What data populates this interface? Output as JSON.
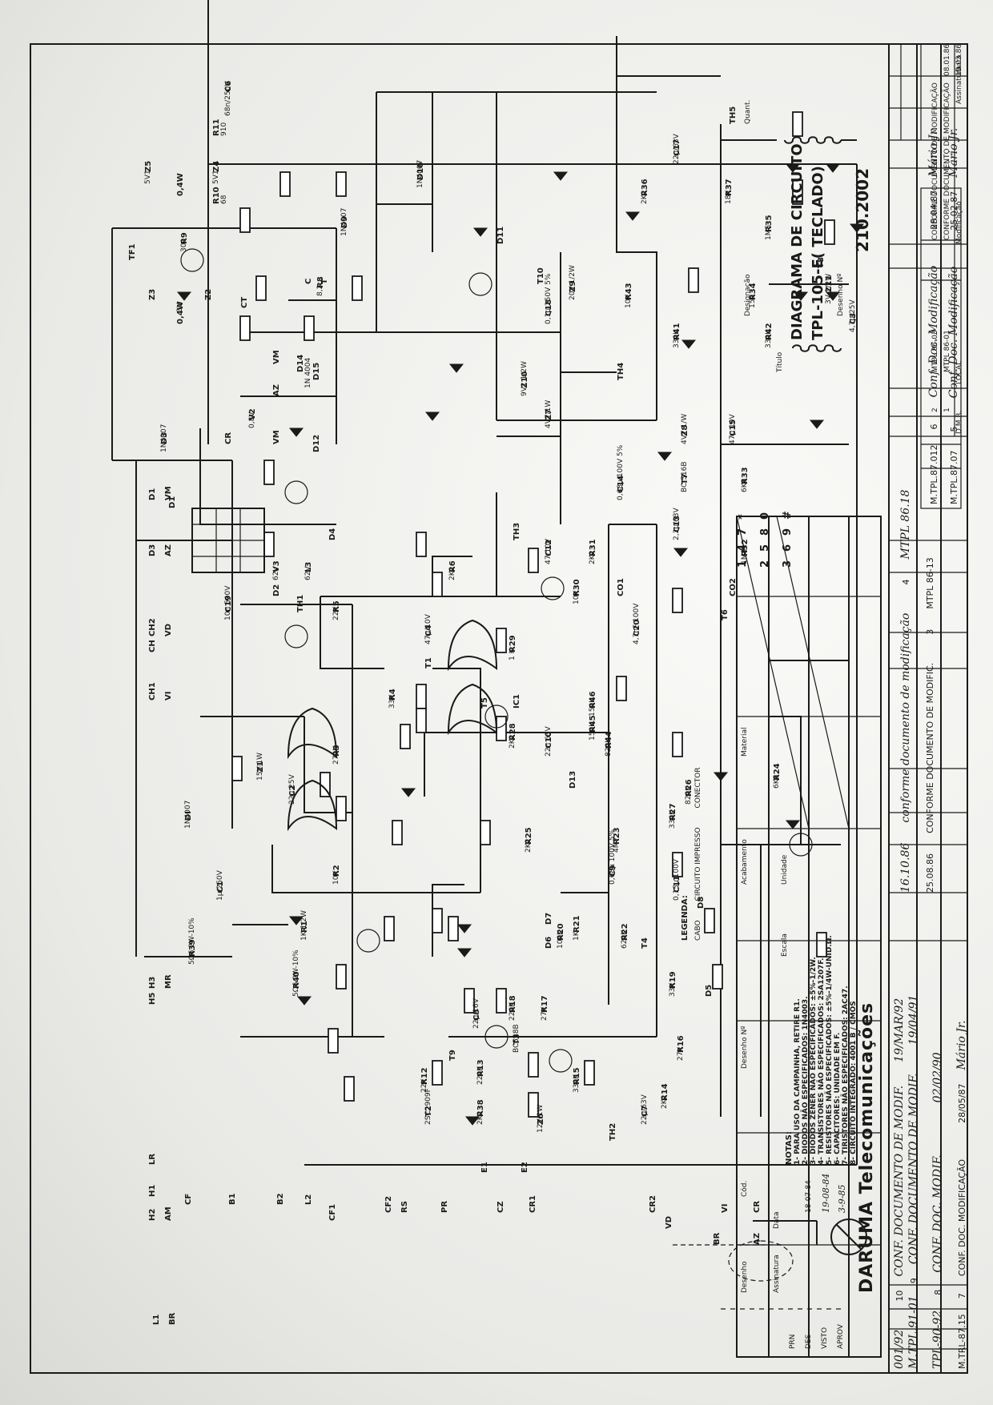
{
  "revision_table": {
    "top": [
      {
        "ref": "M.TPL.87.07",
        "rev": "5",
        "desc": "Conf. Doc. Modificação",
        "date": "25.02.87",
        "by": "Mário Jr."
      },
      {
        "ref": "M.TPL.87.012",
        "rev": "6",
        "desc": "Conf. Doc. Modificação",
        "date": "28.04.87",
        "by": "Mário Jr."
      }
    ],
    "header": {
      "d": "Data",
      "a": "Assinatura",
      "m": "Modificação",
      "local": "LOCAL",
      "dmr": "D.M.R."
    },
    "rows_right": [
      {
        "rev": "1",
        "dmr": "MTPL 86-01",
        "desc": "CONFORME DOCUMENTO DE MODIFICAÇÃO",
        "date": "08.01.86"
      },
      {
        "rev": "2",
        "dmr": "MTPL 86-03",
        "desc": "CONFORME DOCUMENTO DE MODIFICAÇÃO",
        "date": "19.03.86"
      },
      {
        "rev": "3",
        "dmr": "MTPL 86-13",
        "desc": "CONFORME DOCUMENTO DE MODIFIC.",
        "date": "25.08.86"
      },
      {
        "rev": "4",
        "dmr": "MTPL 86.18",
        "desc": "conforme documento de modificação",
        "date": "16.10.86"
      }
    ],
    "rows_left": [
      {
        "ref": "M.TRL-87.15",
        "rev": "7",
        "desc": "CONF. DOC. MODIFICAÇÃO",
        "date": "28/05/87",
        "by": "Mário Jr."
      },
      {
        "ref": "TPL-90-92",
        "rev": "8",
        "desc": "CONF. DOC. MODIF.",
        "date": "02/02/90"
      },
      {
        "ref": "M.TPL.91-01",
        "rev": "9",
        "desc": "CONF. DOCUMENTO DE MODIF.",
        "date": "19/04/91"
      },
      {
        "ref": "001/92",
        "rev": "10",
        "desc": "CONF. DOCUMENTO DE MODIF.",
        "date": "19/MAR/92"
      }
    ]
  },
  "components": {
    "tf1": "TF1",
    "c6": "C6",
    "c6v": "68n/250V",
    "r11": "R11",
    "r11v": "910",
    "r10": "R10",
    "r10v": "68",
    "z4": "Z4",
    "z4v": "5V1",
    "z5": "Z5",
    "z5v": "5V1",
    "z45p": "0,4W",
    "r9": "R9",
    "r9v": "300",
    "z2": "Z2",
    "z3": "Z3",
    "z23v": "3V",
    "z23p": "0,4W",
    "r8": "R8",
    "r8v": "8,2",
    "ct": "CT",
    "d14": "D14",
    "d15": "D15",
    "dv": "1N 4004",
    "d12": "D12",
    "v2": "V2",
    "v2v": "0,8V",
    "cr": "CR",
    "d1": "D1",
    "d3": "D3",
    "d3v": "1N4007",
    "d4": "D4",
    "v3": "V3",
    "v3v": "62V",
    "l3": "L3",
    "l3v": "62V",
    "c19": "C19",
    "c19v": "10n 500V",
    "d2": "D2",
    "th1": "TH1",
    "c4": "C4",
    "c4v": "47µ/10V",
    "r6": "R6",
    "r6v": "2K2",
    "r5": "R5",
    "r5v": "22K",
    "t1": "T1",
    "r4": "R4",
    "r4v": "33K",
    "r3": "R3",
    "r3v": "270K",
    "z1": "Z1",
    "z1v": "15V-1W",
    "c2": "C2",
    "c2v": "22µ 25V",
    "r2": "R2",
    "r2v": "10K",
    "di": "DI",
    "div": "1N4007",
    "c1": "C1",
    "c1v": "1µ/250V",
    "r1": "R1",
    "r1v": "1K 1/2W",
    "r39": "R39",
    "r39v": "5Ω6 2W-10%",
    "r40": "R40",
    "r40v": "5Ω6 2W-10%",
    "d9": "D9",
    "d9v": "1N4007",
    "d10": "D10",
    "d10v": "1N4007",
    "c17": "C17",
    "c17v": "22µ/63V",
    "r36": "R36",
    "r36v": "2K2",
    "th5": "TH5",
    "r37": "R37",
    "r37v": "18K",
    "r35": "R35",
    "r35v": "1M5",
    "t8": "T8",
    "d11": "D11",
    "r43": "R43",
    "r43v": "10K",
    "c18": "C18",
    "c18v": "0,1µ 250V 5%",
    "t10": "T10",
    "z9": "Z9",
    "z9v": "20V 1/2W",
    "r34": "R34",
    "r34v": "150",
    "z11": "Z11",
    "z11v": "3V 1/2W",
    "c3": "C3",
    "c3v": "4,7µ/25V",
    "r41": "R41",
    "r41v": "330K",
    "r42": "R42",
    "r42v": "330K",
    "z10": "Z10",
    "z10v": "9V1 1/2W",
    "th4": "TH4",
    "c15": "C15",
    "c15v": "47µ 10V",
    "z7": "Z7",
    "z7v": "4V7/1W",
    "c14": "C14",
    "c14v": "0,68µ/100V 5%",
    "t7": "T7",
    "t7v": "BC 516B",
    "r33": "R33",
    "r33v": "6K8",
    "z8": "Z8",
    "z8v": "4V7 1/W",
    "r32": "R32",
    "r32v": "1M1",
    "th3": "TH3",
    "c12": "C12",
    "c12v": "47/10V",
    "c13": "C13",
    "c13v": "2,2µ/63V",
    "r31": "R31",
    "r31v": "2K2",
    "co1": "CO1",
    "co2": "CO2",
    "r30": "R30",
    "r30v": "10K",
    "t6": "T6",
    "r29": "R29",
    "r29v": "1 K",
    "c20": "C20",
    "c20v": "4,7nF 100V",
    "r46": "R46",
    "r46v": "150K",
    "r45": "R45",
    "r45v": "150K",
    "d13": "D13",
    "ic1": "IC1",
    "t5": "T5",
    "r28": "R28",
    "r28v": "2K2",
    "c10": "C10",
    "c10v": "22n 63V",
    "r44": "R44",
    "r44v": "820K",
    "r26": "R26",
    "r26v": "820K",
    "r27": "R27",
    "r27v": "330K",
    "r24": "R24",
    "r24v": "6K8",
    "r25": "R25",
    "r25v": "2K2",
    "r23": "R23",
    "r23v": "4M7",
    "c9": "C9",
    "c9v": "0,68µ 100V 5%",
    "c11": "C11",
    "c11v": "0,15µ 100V",
    "d8": "D8",
    "r22": "R22",
    "r22v": "620K",
    "d7": "D7",
    "d6": "D6",
    "r21": "R21",
    "r21v": "1K",
    "r20": "R20",
    "r20v": "100K",
    "t4": "T4",
    "r19": "R19",
    "r19v": "33K",
    "d5": "D5",
    "r17": "R17",
    "r17v": "27K",
    "r18": "R18",
    "r18v": "220K",
    "c8": "C8",
    "c8v": "22µ/16V",
    "r16": "R16",
    "r16v": "27K",
    "r13": "R13",
    "r13v": "220K",
    "t3": "T3",
    "t3v": "BC558B",
    "r12": "R12",
    "r12v": "22K",
    "r15": "R15",
    "r15v": "330K",
    "r14": "R14",
    "r14v": "2K2",
    "c7": "C7",
    "c7v": "22µ/63V",
    "t9": "T9",
    "r38": "R38",
    "r38v": "2K2",
    "z6": "Z6",
    "z6v": "12V/1W",
    "th2": "TH2",
    "t2": "T2",
    "t2v": "2SC2909F",
    "cf": "CF",
    "e1": "E1",
    "e2": "E2"
  },
  "terminals": [
    "L1",
    "BR",
    "H2",
    "AM",
    "H1",
    "LR",
    "H5",
    "H3",
    "MR",
    "CH1",
    "VI",
    "CH",
    "CH2",
    "VD",
    "D3",
    "AZ",
    "D1",
    "VM",
    "B1",
    "B2",
    "L2",
    "CF1",
    "CF2",
    "RS",
    "PR",
    "CZ",
    "CR1",
    "CR2",
    "VD",
    "VI",
    "CR",
    "BR",
    "AZ",
    "VM",
    "AZ",
    "VM",
    "C",
    "T"
  ],
  "keypad": [
    "1",
    "2",
    "3",
    "4",
    "5",
    "6",
    "7",
    "8",
    "9",
    "*",
    "0",
    "#"
  ],
  "legend": {
    "title": "LEGENDA:",
    "items": [
      "CABO",
      "CIRCUITO IMPRESSO",
      "CONECTOR"
    ]
  },
  "notes": {
    "title": "NOTAS:",
    "items": [
      "1- PARA USO DA CAMPAINHA, RETIRE R1.",
      "2- DIODOS NÃO ESPECIFICADOS: 1N4003.",
      "3- DIODOS ZENER NÃO ESPECIFICADOS: ±5%-1/2W.",
      "4- TRANSISTORES NÃO ESPECIFICADOS: 2SA1207F.",
      "5- RESISTORES NÃO ESPECIFICADOS: ±5%-1/4W-UNID.Ω.",
      "6- CAPACITORES: UNIDADE EM F.",
      "7- TIRISTORES NÃO ESPECIFICADOS: 2AC47.",
      "8- CIRCUITO INTEGRADO: 4001 B / CMOS"
    ]
  },
  "title_block": {
    "quant": "Quant.",
    "designacao": "Designação",
    "titulo": "Título",
    "title1": "DIAGRAMA DE CIRCUITO",
    "title2": "TPL-105-E( TECLADO)",
    "desenho": "Desenho Nº",
    "number": "210.2002",
    "material": "Material",
    "acabamento": "Acabamento",
    "escala": "Escala",
    "unidade": "Unidade",
    "desenho_no": "Desenho Nº",
    "cod": "Cód.",
    "rows": [
      "Desenho",
      "Assinatura",
      "Data",
      "PRN",
      "DES",
      "VISTO",
      "APROV"
    ],
    "dates": [
      "18-07-84",
      "19-08-84",
      "3-9-85"
    ],
    "company": "DARUMA Telecomunicações"
  },
  "colors": {
    "ink": "#1a1a1a",
    "paper": "#f3f3f1"
  }
}
